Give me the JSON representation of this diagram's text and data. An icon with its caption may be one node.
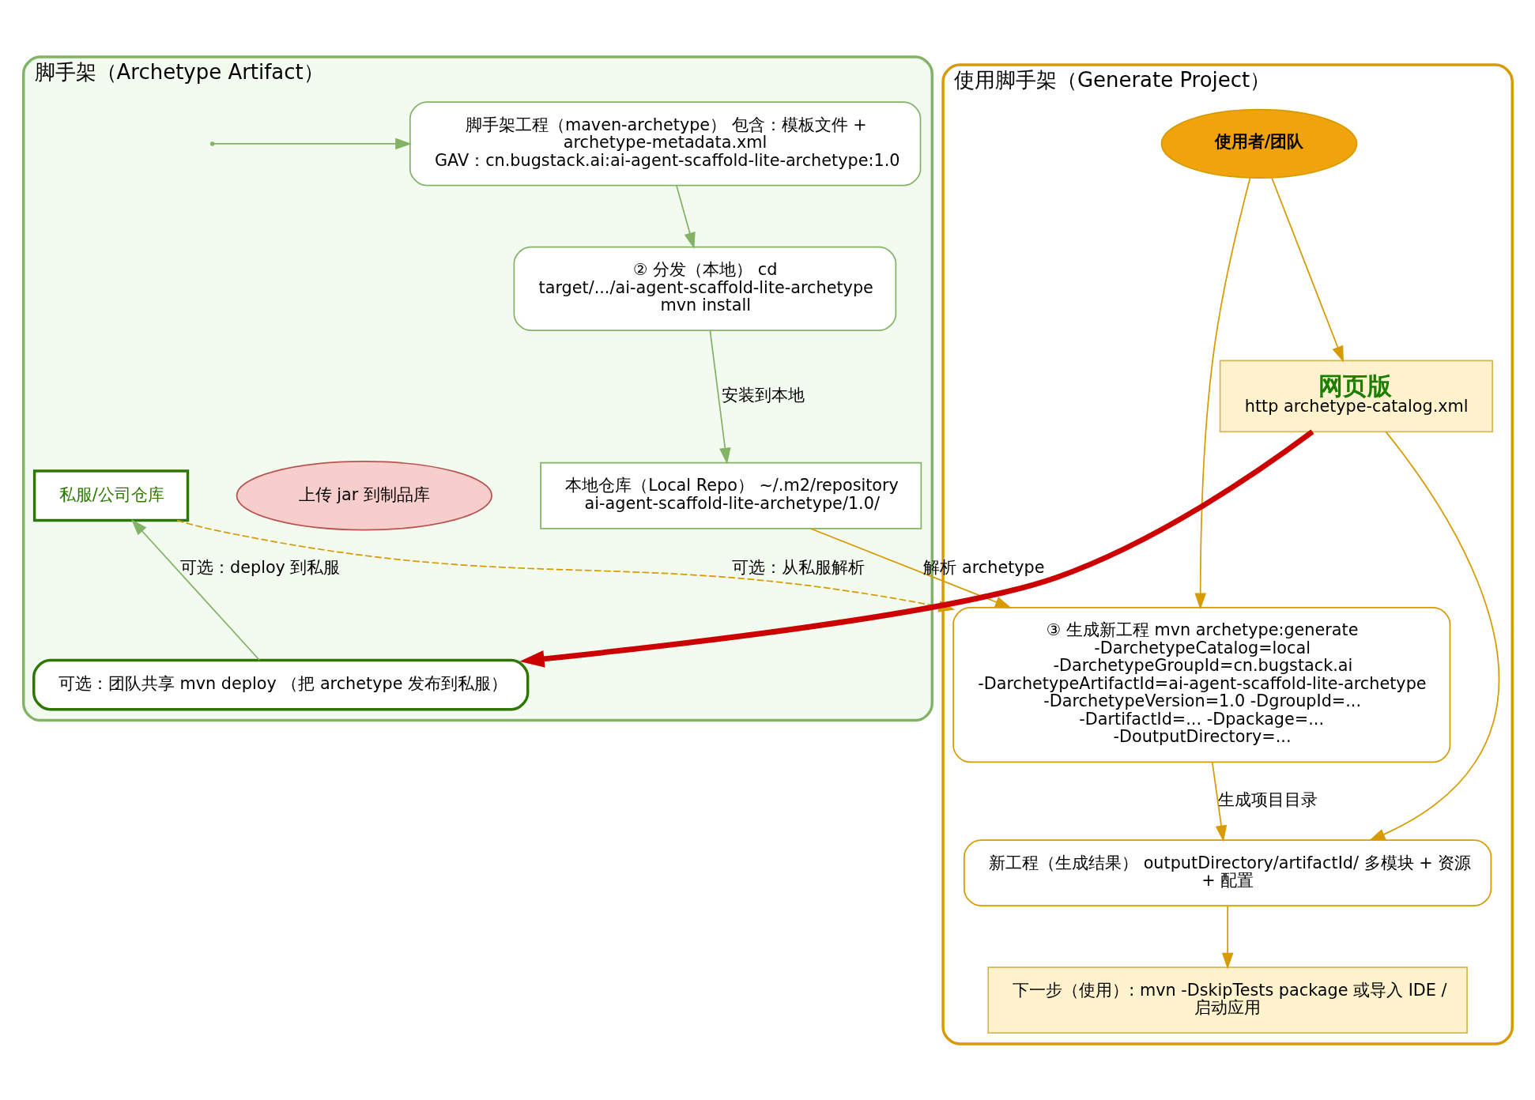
{
  "diagram": {
    "nodes": [
      {
        "text": [
          "脚手架（Archetype Artifact）"
        ]
      },
      {
        "text": [
          "脚手架工程（maven-archetype） 包含：模板文件 + archetype-metadata.xml GAV：cn.bugstack.ai:ai-agent-scaffold-lite-archetype:1.0"
        ],
        "in": 0
      },
      {
        "text": [
          "② 分发（本地） cd target/.../ai-agent-scaffold-lite-archetype mvn install"
        ],
        "in": 0
      },
      {
        "text": [
          "本地仓库（Local Repo） ~/.m2/repository ai-agent-scaffold-lite-archetype/1.0/"
        ],
        "in": 0
      },
      {
        "text": [
          "上传 jar 到制品库"
        ],
        "in": 0
      },
      {
        "text": [
          "私服/公司仓库"
        ],
        "in": 0
      },
      {
        "text": [
          "可选：团队共享 mvn deploy （把 archetype 发布到私服）"
        ],
        "in": 0
      },
      {
        "text": [
          "使用脚手架（Generate Project）"
        ]
      },
      {
        "text": [
          "使用者/团队"
        ],
        "in": 7
      },
      {
        "text": [
          "网页版",
          "http archetype-catalog.xml"
        ],
        "in": 7
      },
      {
        "text": [
          "③ 生成新工程 mvn archetype:generate -DarchetypeCatalog=local -DarchetypeGroupId=cn.bugstack.ai -DarchetypeArtifactId=ai-agent-scaffold-lite-archetype -DarchetypeVersion=1.0 -DgroupId=... -DartifactId=... -Dpackage=... -DoutputDirectory=..."
        ],
        "in": 7
      },
      {
        "text": [
          "新工程（生成结果） outputDirectory/artifactId/ 多模块 + 资源 + 配置"
        ],
        "in": 7
      },
      {
        "text": [
          "下一步（使用）: mvn -DskipTests package 或导入 IDE / 启动应用"
        ],
        "in": 7
      }
    ],
    "edges": [
      {
        "from": null,
        "to": 1,
        "arrow": "to",
        "color": "#82b366"
      },
      {
        "from": 1,
        "to": 2,
        "arrow": "to",
        "color": "#82b366"
      },
      {
        "from": 2,
        "to": 3,
        "arrow": "to",
        "label": "安装到本地",
        "color": "#82b366"
      },
      {
        "from": 6,
        "to": 5,
        "arrow": "to",
        "label": "可选：deploy 到私服",
        "color": "#82b366"
      },
      {
        "from": 3,
        "to": 10,
        "arrow": "to",
        "label": "解析 archetype"
      },
      {
        "from": 5,
        "to": 10,
        "arrow": "to",
        "label": "可选：从私服解析",
        "style": "dashed"
      },
      {
        "from": 8,
        "to": 9,
        "arrow": "to"
      },
      {
        "from": 8,
        "to": 10,
        "arrow": "to"
      },
      {
        "from": 10,
        "to": 11,
        "arrow": "to",
        "label": "生成项目目录"
      },
      {
        "from": 9,
        "to": 11,
        "arrow": "to"
      },
      {
        "from": 11,
        "to": 12,
        "arrow": "to"
      },
      {
        "from": 9,
        "to": 6,
        "arrow": "to",
        "style": "thick",
        "color": "#cc0000"
      }
    ]
  }
}
